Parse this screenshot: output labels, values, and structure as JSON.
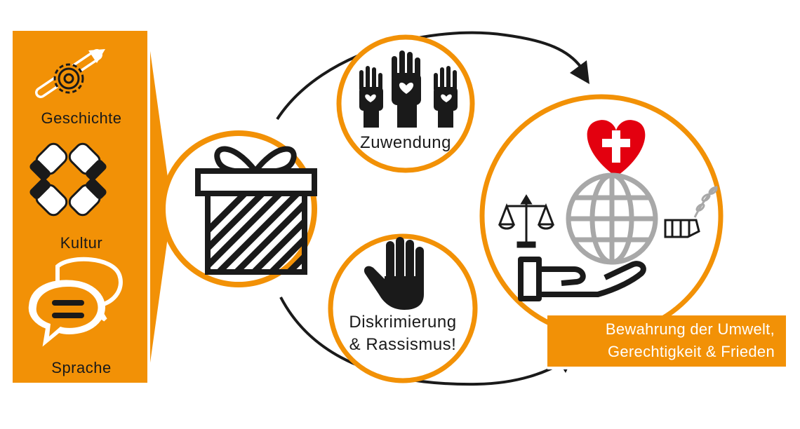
{
  "sidebar": {
    "items": [
      {
        "label": "Geschichte",
        "icon": "gear-arrow-icon"
      },
      {
        "label": "Kultur",
        "icon": "handshake-hands-icon"
      },
      {
        "label": "Sprache",
        "icon": "speech-bubbles-icon"
      }
    ]
  },
  "center": {
    "icon": "gift-box-icon"
  },
  "circles": {
    "top": {
      "label": "Zuwendung",
      "icon": "raised-hands-hearts-icon"
    },
    "bottom": {
      "label_line1": "Diskrimierung",
      "label_line2": "& Rassismus!",
      "icon": "stop-hand-icon"
    },
    "right": {
      "icons": [
        "heart-cross-icon",
        "globe-icon",
        "scales-icon",
        "hand-olive-branch-icon",
        "open-hand-icon"
      ]
    }
  },
  "banner": {
    "line1": "Bewahrung der Umwelt,",
    "line2": "Gerechtigkeit & Frieden"
  },
  "colors": {
    "orange": "#f29106",
    "dark": "#1a1a1a",
    "red": "#e3000f",
    "gray": "#a8a8a8"
  }
}
